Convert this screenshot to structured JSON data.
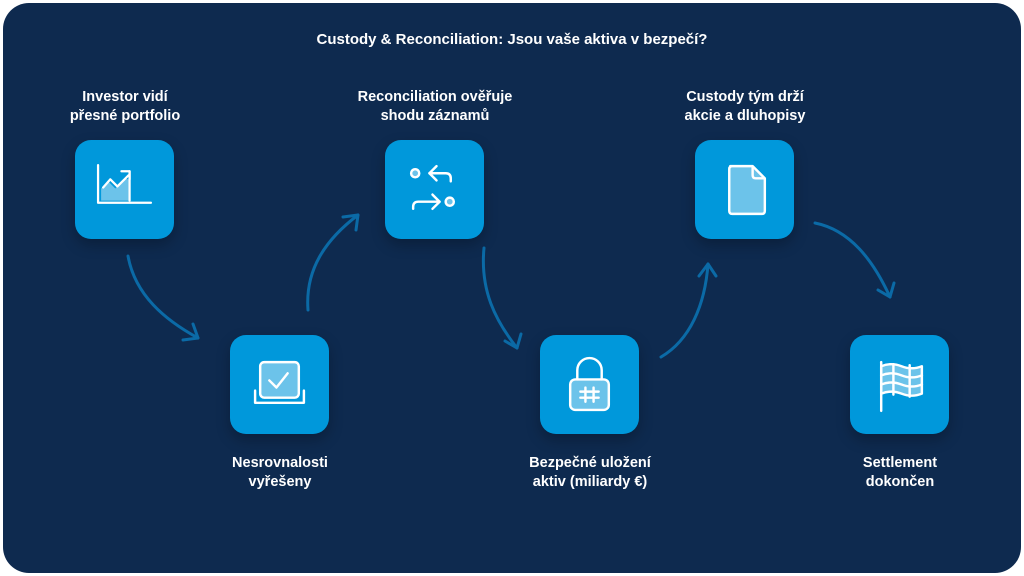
{
  "title": "Custody & Reconciliation: Jsou vaše aktiva v bezpečí?",
  "steps": [
    {
      "line1": "Investor vidí",
      "line2": "přesné portfolio",
      "icon": "chart-icon"
    },
    {
      "line1": "Nesrovnalosti",
      "line2": "vyřešeny",
      "icon": "checkbox-icon"
    },
    {
      "line1": "Reconciliation ověřuje",
      "line2": "shodu záznamů",
      "icon": "exchange-icon"
    },
    {
      "line1": "Bezpečné uložení",
      "line2": "aktiv (miliardy €)",
      "icon": "lock-icon"
    },
    {
      "line1": "Custody tým drží",
      "line2": "akcie a dluhopisy",
      "icon": "document-icon"
    },
    {
      "line1": "Settlement",
      "line2": "dokončen",
      "icon": "flag-icon"
    }
  ],
  "colors": {
    "background": "#0e2a4f",
    "box": "#0098db",
    "arrow": "#0b6aa6",
    "icon_fill": "#6cc3ea"
  }
}
